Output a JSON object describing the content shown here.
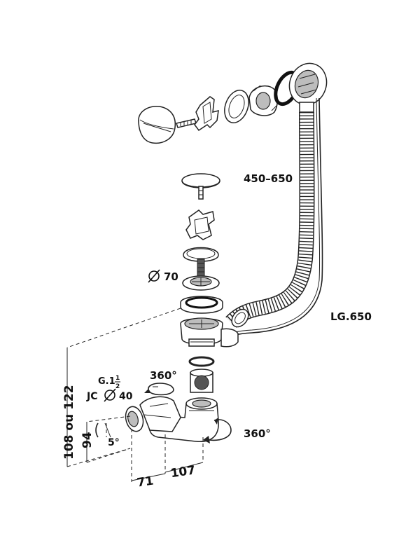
{
  "labels": {
    "hose_length": "450–650",
    "cable_length": "LG.650",
    "diameter_70": "70",
    "rotation_top": "360°",
    "rotation_right": "360°",
    "thread_line1": "G.1",
    "thread_frac_num": "1",
    "thread_frac_den": "2",
    "jc_prefix": "JC",
    "jc_value": "40",
    "height_outer": "108 ou 122",
    "height_inner": "94",
    "angle": "5°",
    "dim_71": "71",
    "dim_107": "107"
  },
  "icons": {
    "diameter": "diameter-symbol"
  }
}
